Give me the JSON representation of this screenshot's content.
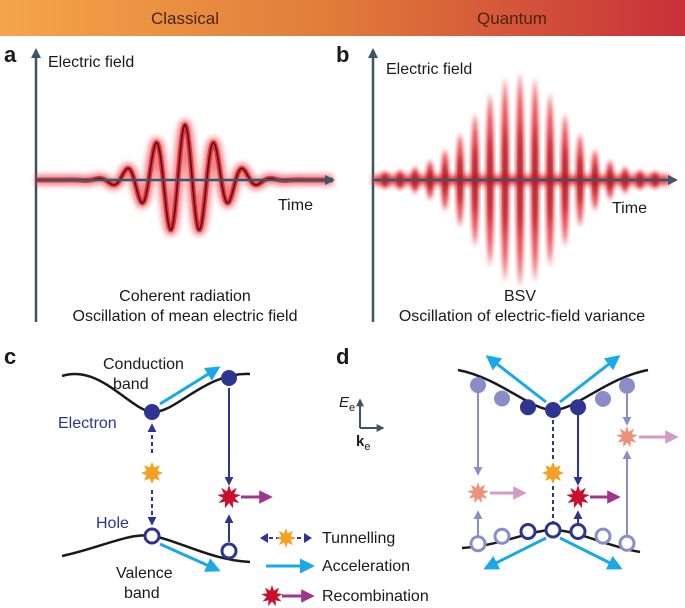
{
  "banner": {
    "left_label": "Classical",
    "right_label": "Quantum",
    "gradient_start": "#f5a54a",
    "gradient_end": "#c8303a"
  },
  "panel_a": {
    "letter": "a",
    "y_axis_label": "Electric field",
    "x_axis_label": "Time",
    "caption_line1": "Coherent radiation",
    "caption_line2": "Oscillation of mean electric field"
  },
  "panel_b": {
    "letter": "b",
    "y_axis_label": "Electric field",
    "x_axis_label": "Time",
    "caption_line1": "BSV",
    "caption_line2": "Oscillation of electric-field variance"
  },
  "panel_c": {
    "letter": "c",
    "conduction_line1": "Conduction",
    "conduction_line2": "band",
    "electron_label": "Electron",
    "hole_label": "Hole",
    "valence_line1": "Valence",
    "valence_line2": "band"
  },
  "panel_d": {
    "letter": "d",
    "energy_axis": "E",
    "energy_sub": "e",
    "momentum_axis": "k",
    "momentum_sub": "e"
  },
  "legend": {
    "tunnelling": "Tunnelling",
    "acceleration": "Acceleration",
    "recombination": "Recombination"
  },
  "colors": {
    "axis": "#3d5566",
    "field_red": "#e0202a",
    "field_dark": "#5a0f14",
    "band": "#1a1a1a",
    "electron": "#2d3591",
    "arrow_cyan": "#19a9e6",
    "star_orange": "#f4a021",
    "star_red": "#c8102e",
    "emission_purple": "#a0368c",
    "faded_electron": "#8a8dc8",
    "faded_star": "#e8937a",
    "faded_emission": "#d49ac8"
  }
}
